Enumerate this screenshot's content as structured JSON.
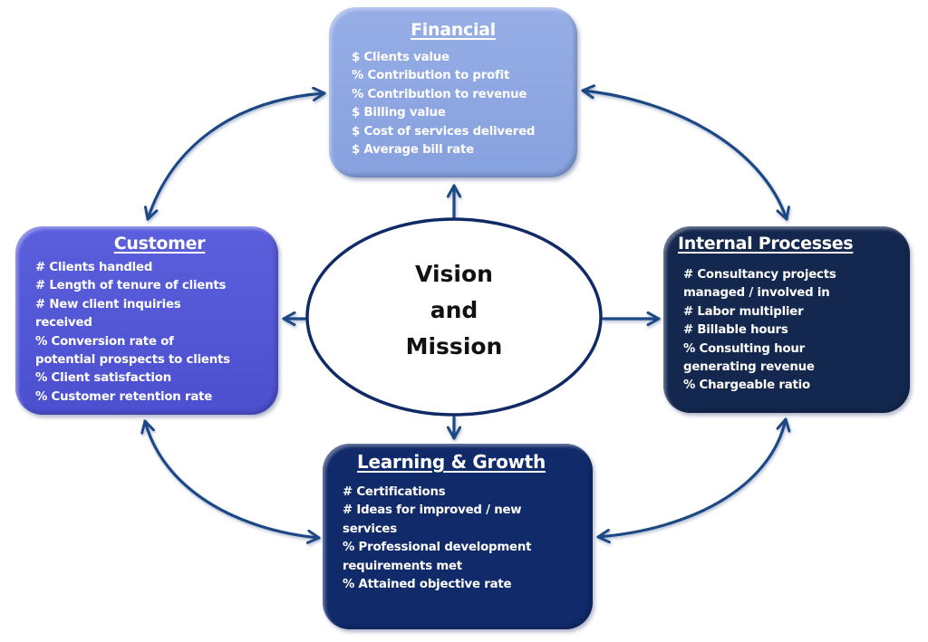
{
  "diagram": {
    "center": {
      "lines": [
        "Vision",
        "and",
        "Mission"
      ]
    },
    "colors": {
      "arrow": "#1f4a85",
      "ellipse_stroke": "#0f2a66",
      "financial": "#8ea7e3",
      "customer": "#5357d6",
      "internal": "#14284f",
      "learning": "#102a6a"
    },
    "perspectives": {
      "financial": {
        "title": "Financial",
        "items": [
          "$ Clients value",
          "% Contribution  to profit",
          "% Contribution  to revenue",
          "$ Billing value",
          "$ Cost of services delivered",
          "$ Average bill rate"
        ]
      },
      "customer": {
        "title": "Customer",
        "items": [
          "# Clients handled",
          "# Length of tenure of clients",
          "# New client inquiries",
          "received",
          "% Conversion rate of",
          "potential prospects to clients",
          "% Client satisfaction",
          "% Customer retention rate"
        ]
      },
      "internal": {
        "title": "Internal Processes",
        "items": [
          "# Consultancy projects",
          "managed / involved in",
          "# Labor multiplier",
          "# Billable hours",
          "% Consulting hour",
          "generating revenue",
          "% Chargeable ratio"
        ]
      },
      "learning": {
        "title": "Learning & Growth",
        "items": [
          "# Certifications",
          "# Ideas for improved / new",
          "services",
          "% Professional development",
          "requirements met",
          "% Attained objective rate"
        ]
      }
    },
    "connections": [
      {
        "from": "center",
        "to": "financial",
        "type": "one-way"
      },
      {
        "from": "center",
        "to": "customer",
        "type": "one-way"
      },
      {
        "from": "center",
        "to": "internal",
        "type": "one-way"
      },
      {
        "from": "center",
        "to": "learning",
        "type": "one-way"
      },
      {
        "from": "financial",
        "to": "customer",
        "type": "two-way"
      },
      {
        "from": "financial",
        "to": "internal",
        "type": "two-way"
      },
      {
        "from": "customer",
        "to": "learning",
        "type": "two-way"
      },
      {
        "from": "internal",
        "to": "learning",
        "type": "two-way"
      }
    ]
  }
}
